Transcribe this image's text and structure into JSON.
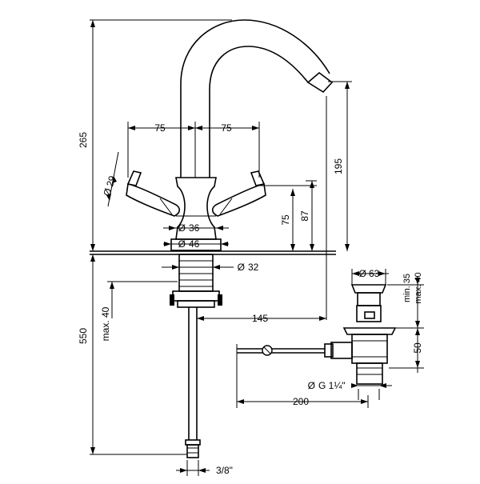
{
  "dimensions": {
    "total_height": "265",
    "spout_height": "195",
    "handle_left": "75",
    "handle_right": "75",
    "handle_diameter": "29",
    "base_diameter_1": "36",
    "base_diameter_2": "46",
    "height_75": "75",
    "height_87": "87",
    "shank_diameter": "32",
    "max_40": "max. 40",
    "hose_length": "550",
    "reach": "145",
    "waste_diameter": "63",
    "min_35": "min. 35",
    "max_40_waste": "max. 40",
    "waste_50": "50",
    "thread": "G 1¼\"",
    "rod_length": "200",
    "connection": "3/8\""
  },
  "symbols": {
    "diameter": "Ø"
  }
}
